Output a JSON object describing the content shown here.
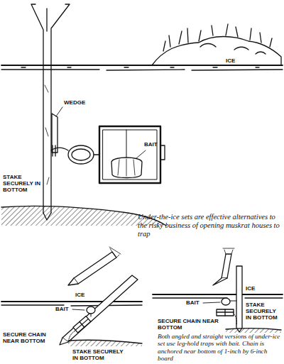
{
  "diagram": {
    "labels": [
      "ICE",
      "WEDGE",
      "STAKE SECURELY IN BOTTOM",
      "BAIT",
      "Under-the-ice sets are effective alternatives to the risky business of opening muskrat houses to trap",
      "ICE",
      "BAIT",
      "SECURE CHAIN NEAR BOTTOM",
      "STAKE SECURELY IN BOTTOM",
      "ICE",
      "BAIT",
      "SECURE CHAIN NEAR BOTTOM",
      "STAKE SECURELY IN BOTTOM",
      "Both angled and straight versions of under-ice set use leg-hold traps with bait. Chain is anchored near bottom of 1-inch by 6-inch board"
    ]
  }
}
